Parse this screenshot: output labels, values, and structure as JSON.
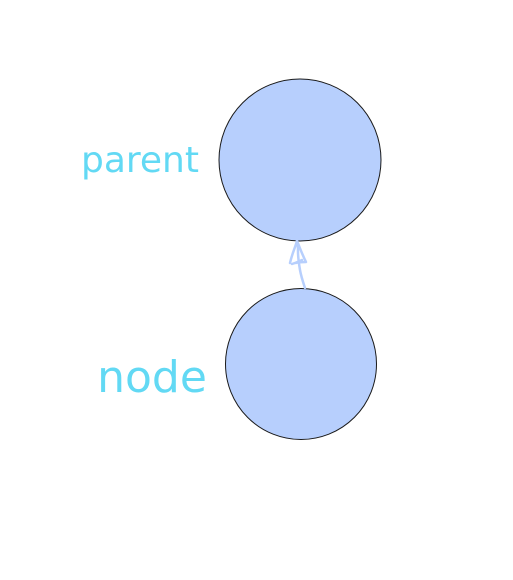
{
  "diagram": {
    "nodes": {
      "parent": {
        "label": "parent"
      },
      "node": {
        "label": "node"
      }
    },
    "edges": [
      {
        "from": "node",
        "to": "parent",
        "style": "hand-drawn arrow"
      }
    ],
    "colors": {
      "node_fill": "#b7cffd",
      "node_stroke": "#1a1a1a",
      "label": "#62d9f4",
      "arrow": "#b7cffd",
      "background": "#ffffff"
    }
  }
}
